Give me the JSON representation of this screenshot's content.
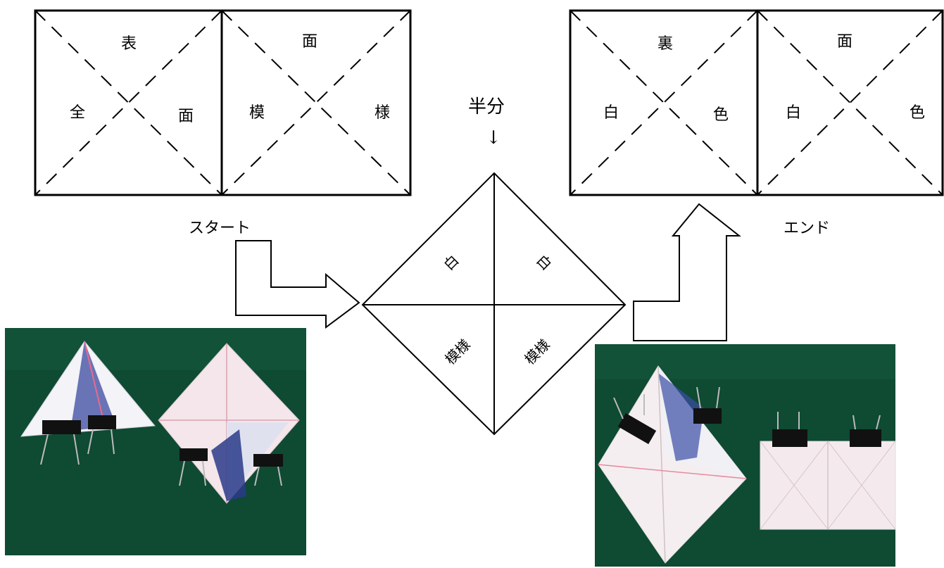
{
  "start_square": {
    "left_panel": {
      "top": "表",
      "left": "全",
      "right": "面"
    },
    "right_panel": {
      "top": "面",
      "left": "模",
      "right": "様"
    }
  },
  "end_square": {
    "left_panel": {
      "top": "裏",
      "left": "白",
      "right": "色"
    },
    "right_panel": {
      "top": "面",
      "left": "白",
      "right": "色"
    }
  },
  "start_label": "スタート",
  "end_label": "エンド",
  "fold_label": "半分",
  "fold_arrow": "↓",
  "diamond": {
    "top_left": "白",
    "top_right": "白",
    "bottom_left": "模様",
    "bottom_right": "模様"
  },
  "photos": {
    "start_photo": "origami-start-photo",
    "end_photo": "origami-end-photo"
  },
  "colors": {
    "line": "#000000",
    "felt_green": "#0f4a33",
    "paper": "#f6eef0"
  }
}
